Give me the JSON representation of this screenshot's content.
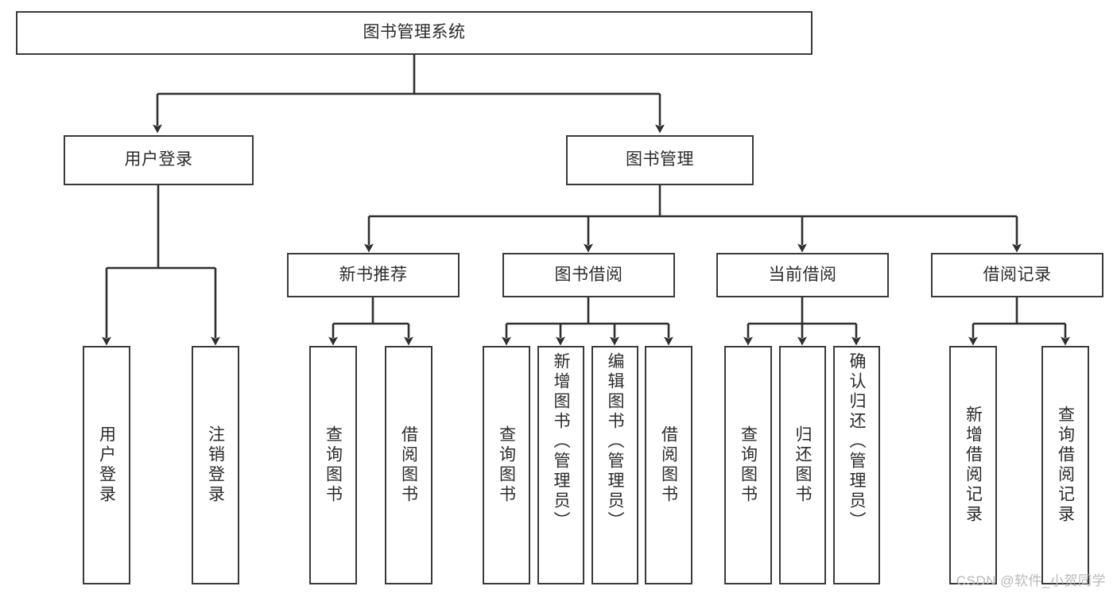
{
  "diagram": {
    "title": "图书管理系统",
    "type": "tree-hierarchy",
    "colors": {
      "box_border": "#3a3a3a",
      "box_fill": "#ffffff",
      "connector": "#2f2f2f",
      "text": "#2b2b2b",
      "watermark": "#b9b9b9",
      "background": "#ffffff"
    },
    "root": {
      "id": "root",
      "label": "图书管理系统",
      "orientation": "horizontal"
    },
    "level2": [
      {
        "id": "user-login",
        "label": "用户登录",
        "orientation": "horizontal"
      },
      {
        "id": "book-manage",
        "label": "图书管理",
        "orientation": "horizontal"
      }
    ],
    "level3": [
      {
        "id": "new-book-rec",
        "label": "新书推荐",
        "orientation": "horizontal",
        "parent": "book-manage"
      },
      {
        "id": "book-borrow",
        "label": "图书借阅",
        "orientation": "horizontal",
        "parent": "book-manage"
      },
      {
        "id": "current-borrow",
        "label": "当前借阅",
        "orientation": "horizontal",
        "parent": "book-manage"
      },
      {
        "id": "borrow-record",
        "label": "借阅记录",
        "orientation": "horizontal",
        "parent": "book-manage"
      }
    ],
    "leaves": [
      {
        "id": "leaf-user-login",
        "label": "用户登录",
        "parent": "user-login",
        "orientation": "vertical"
      },
      {
        "id": "leaf-user-logout",
        "label": "注销登录",
        "parent": "user-login",
        "orientation": "vertical"
      },
      {
        "id": "leaf-query-book-1",
        "label": "查询图书",
        "parent": "new-book-rec",
        "orientation": "vertical"
      },
      {
        "id": "leaf-borrow-book-1",
        "label": "借阅图书",
        "parent": "new-book-rec",
        "orientation": "vertical"
      },
      {
        "id": "leaf-query-book-2",
        "label": "查询图书",
        "parent": "book-borrow",
        "orientation": "vertical"
      },
      {
        "id": "leaf-add-book",
        "label": "新增图书（管理员）",
        "parent": "book-borrow",
        "orientation": "vertical"
      },
      {
        "id": "leaf-edit-book",
        "label": "编辑图书（管理员）",
        "parent": "book-borrow",
        "orientation": "vertical"
      },
      {
        "id": "leaf-borrow-book-2",
        "label": "借阅图书",
        "parent": "book-borrow",
        "orientation": "vertical"
      },
      {
        "id": "leaf-query-book-3",
        "label": "查询图书",
        "parent": "current-borrow",
        "orientation": "vertical"
      },
      {
        "id": "leaf-return-book",
        "label": "归还图书",
        "parent": "current-borrow",
        "orientation": "vertical"
      },
      {
        "id": "leaf-confirm-return",
        "label": "确认归还（管理员）",
        "parent": "current-borrow",
        "orientation": "vertical"
      },
      {
        "id": "leaf-add-record",
        "label": "新增借阅记录",
        "parent": "borrow-record",
        "orientation": "vertical"
      },
      {
        "id": "leaf-query-record",
        "label": "查询借阅记录",
        "parent": "borrow-record",
        "orientation": "vertical"
      }
    ],
    "watermark": "CSDN @软件_小贺同学"
  }
}
